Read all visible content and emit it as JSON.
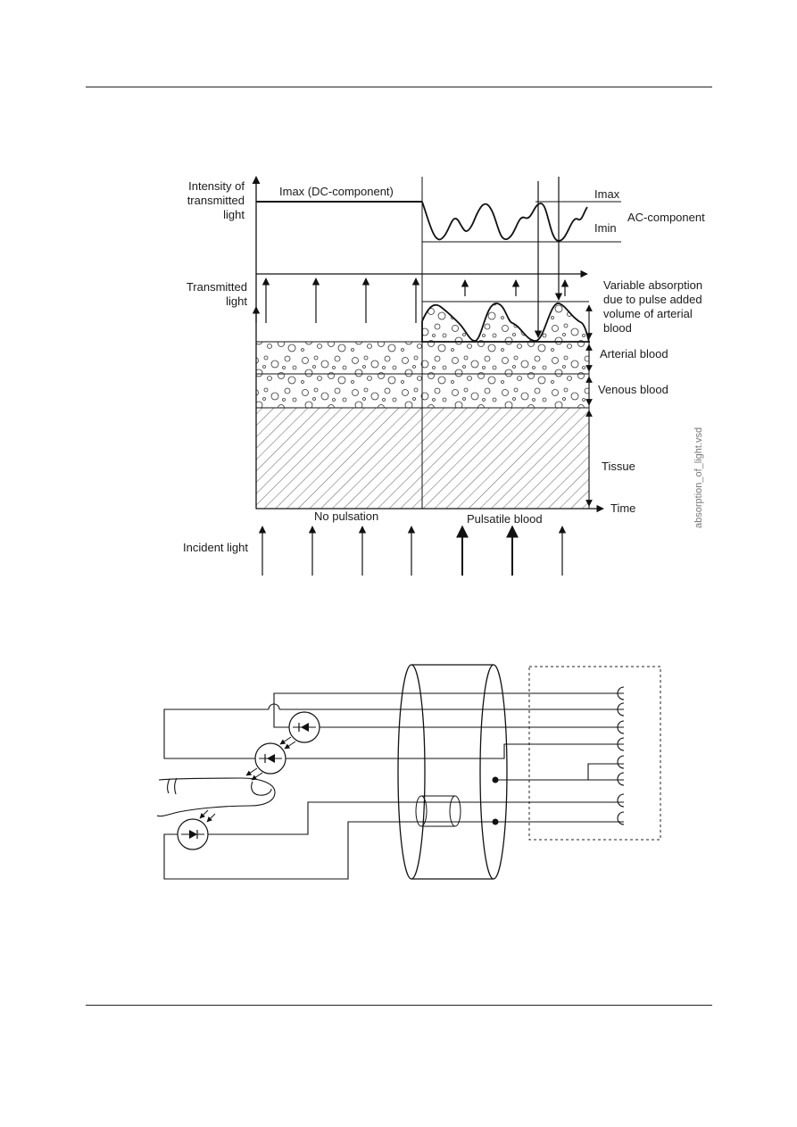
{
  "figure1": {
    "y_label": [
      "Intensity of",
      "transmitted",
      "light"
    ],
    "imax_dc": "Imax (DC-component)",
    "imax": "Imax",
    "imin": "Imin",
    "ac_component": "AC-component",
    "transmitted_light": [
      "Transmitted",
      "light"
    ],
    "variable_absorption": [
      "Variable absorption",
      "due to pulse added",
      "volume of arterial",
      "blood"
    ],
    "arterial_blood": "Arterial blood",
    "venous_blood": "Venous blood",
    "tissue": "Tissue",
    "time": "Time",
    "no_pulsation": "No pulsation",
    "pulsatile_blood": "Pulsatile blood",
    "incident_light": "Incident light",
    "filename": "absorption_of_light.vsd"
  },
  "figure2": {
    "connector_pins": 8
  }
}
